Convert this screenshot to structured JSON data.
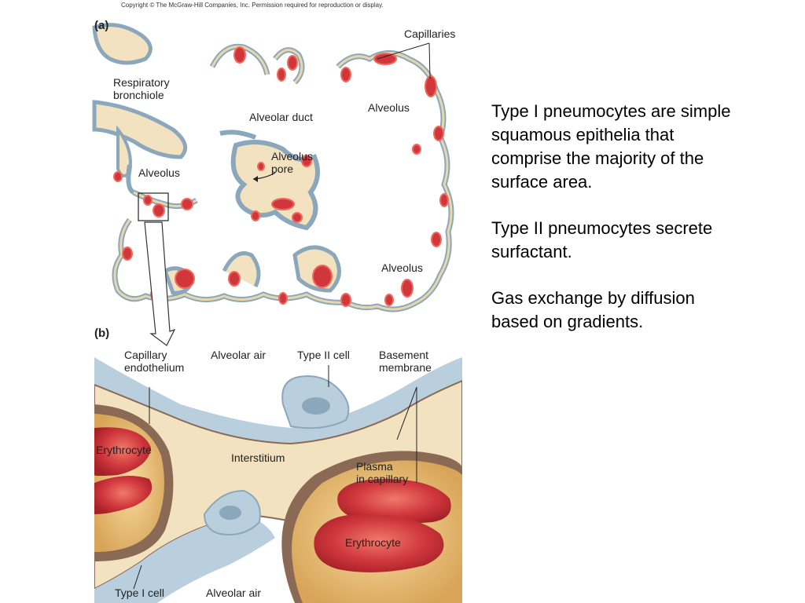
{
  "copyright": "Copyright © The McGraw-Hill Companies, Inc. Permission required for reproduction or display.",
  "panel_a": {
    "letter": "(a)",
    "labels": {
      "capillaries": "Capillaries",
      "respiratory_bronchiole": "Respiratory\nbronchiole",
      "alveolar_duct": "Alveolar duct",
      "alveolus_top_right": "Alveolus",
      "alveolus_left": "Alveolus",
      "alveolus_pore": "Alveolus\npore",
      "alveolus_bottom_right": "Alveolus"
    }
  },
  "panel_b": {
    "letter": "(b)",
    "labels": {
      "capillary_endothelium": "Capillary\nendothelium",
      "alveolar_air_top": "Alveolar air",
      "type_ii_cell": "Type II cell",
      "basement_membrane": "Basement\nmembrane",
      "erythrocyte_left": "Erythrocyte",
      "interstitium": "Interstitium",
      "plasma_in_capillary": "Plasma\nin capillary",
      "erythrocyte_right": "Erythrocyte",
      "type_i_cell": "Type I cell",
      "alveolar_air_bottom": "Alveolar air"
    }
  },
  "side_text": {
    "p1": "Type I pneumocytes are simple squamous epithelia that comprise the majority of the surface area.",
    "p2": "Type II pneumocytes secrete surfactant.",
    "p3": "Gas exchange by diffusion based on gradients."
  },
  "colors": {
    "epithelium": "#b9cfde",
    "interstitium": "#f3e2bf",
    "capillary_wall": "#8a6a55",
    "plasma": "#f0c98a",
    "erythrocyte": "#d0373d",
    "highlight": "#f06a5b"
  }
}
